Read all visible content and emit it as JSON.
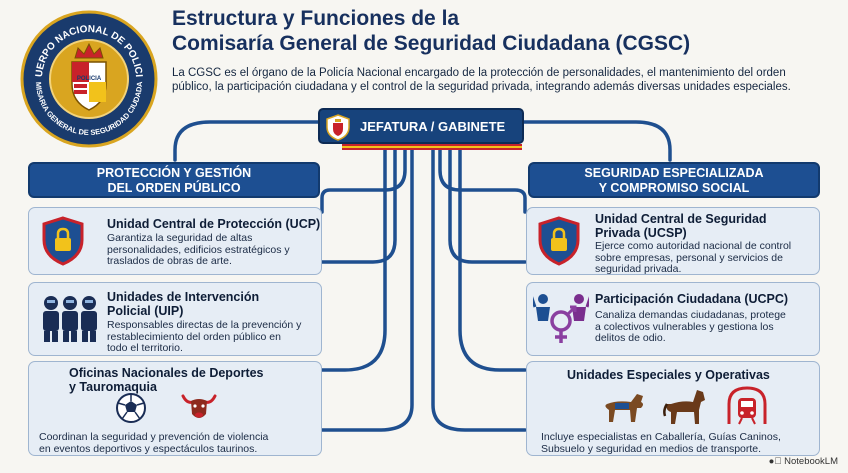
{
  "header": {
    "title_line1": "Estructura y Funciones de la",
    "title_line2": "Comisaría General de Seguridad Ciudadana (CGSC)",
    "intro": "La CGSC es el órgano de la Policía Nacional encargado de la protección de personalidades, el mantenimiento del orden público, la participación ciudadana y el control de la seguridad privada, integrando además diversas unidades especiales."
  },
  "emblem": {
    "top_text": "CUERPO NACIONAL DE POLICIA",
    "bottom_text": "COMISARIA GENERAL DE SEGURIDAD CIUDADANA",
    "shield_text": "POLICIA"
  },
  "jefatura": {
    "label": "JEFATURA / GABINETE"
  },
  "left_column": {
    "header_line1": "PROTECCIÓN Y GESTIÓN",
    "header_line2": "DEL ORDEN PÚBLICO",
    "cards": [
      {
        "title_lines": [
          "Unidad Central de Protección (UCP)"
        ],
        "desc_lines": [
          "Garantiza la seguridad de altas",
          "personalidades, edificios estratégicos y",
          "traslados de obras de arte."
        ],
        "icon": "shield-lock-icon"
      },
      {
        "title_lines": [
          "Unidades de Intervención",
          "Policial (UIP)"
        ],
        "desc_lines": [
          "Responsables directas de la prevención y",
          "restablecimiento del orden público en",
          "todo el territorio."
        ],
        "icon": "riot-police-icon"
      },
      {
        "title_lines": [
          "Oficinas Nacionales de Deportes",
          "y Tauromaquia"
        ],
        "desc_lines": [
          "Coordinan la seguridad y prevención de violencia",
          "en eventos deportivos y espectáculos taurinos."
        ],
        "icons": [
          "soccer-ball-icon",
          "bull-icon"
        ]
      }
    ]
  },
  "right_column": {
    "header_line1": "SEGURIDAD ESPECIALIZADA",
    "header_line2": "Y COMPROMISO SOCIAL",
    "cards": [
      {
        "title_lines": [
          "Unidad Central de Seguridad",
          "Privada (UCSP)"
        ],
        "desc_lines": [
          "Ejerce como autoridad nacional de control",
          "sobre empresas, personal y servicios de",
          "seguridad privada."
        ],
        "icon": "shield-lock-icon"
      },
      {
        "title_lines": [
          "Participación Ciudadana (UCPC)"
        ],
        "desc_lines": [
          "Canaliza demandas ciudadanas, protege",
          "a colectivos vulnerables y gestiona los",
          "delitos de odio."
        ],
        "icon": "diversity-icon"
      },
      {
        "title_lines": [
          "Unidades Especiales y Operativas"
        ],
        "desc_lines": [
          "Incluye especialistas en Caballería, Guías Caninos,",
          "Subsuelo y seguridad en medios de transporte."
        ],
        "icons": [
          "dog-icon",
          "horse-icon",
          "train-tunnel-icon"
        ]
      }
    ]
  },
  "footer": {
    "brand": "NotebookLM"
  },
  "colors": {
    "navy": "#17437c",
    "header_blue": "#1d4f92",
    "card_bg": "#e6edf5",
    "gold": "#d9a520",
    "red": "#c8222a"
  }
}
